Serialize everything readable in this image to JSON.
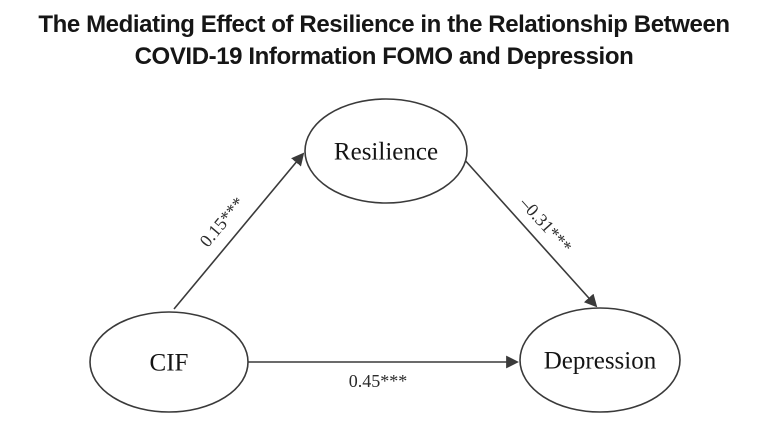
{
  "title": {
    "line1": "The Mediating Effect of Resilience in the Relationship Between",
    "line2": "COVID-19 Information FOMO and Depression"
  },
  "diagram": {
    "nodes": {
      "resilience": {
        "label": "Resilience"
      },
      "cif": {
        "label": "CIF"
      },
      "depression": {
        "label": "Depression"
      }
    },
    "paths": {
      "cif_to_resilience": {
        "label": "0.15***"
      },
      "resilience_to_depression": {
        "label": "–0.31***"
      },
      "cif_to_depression": {
        "label": "0.45***"
      }
    },
    "colors": {
      "stroke": "#3a3a3a",
      "title_text": "#161616",
      "node_text": "#141414",
      "background": "#ffffff"
    }
  }
}
